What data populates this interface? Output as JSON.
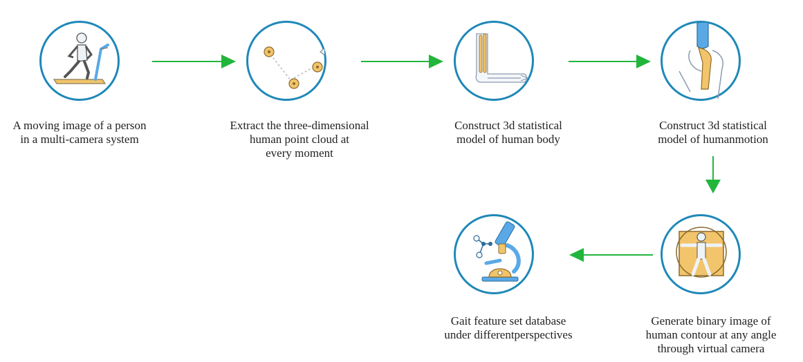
{
  "steps": [
    {
      "label": "A moving image of a person\nin a multi-camera system",
      "icon": "treadmill-runner-icon"
    },
    {
      "label": "Extract the three-dimensional\nhuman point cloud at\nevery moment",
      "icon": "point-cloud-icon"
    },
    {
      "label": "Construct 3d statistical\nmodel of human body",
      "icon": "arm-bones-icon"
    },
    {
      "label": "Construct 3d statistical\nmodel of humanmotion",
      "icon": "knee-joint-icon"
    },
    {
      "label": "Generate binary image of\nhuman contour at any angle\nthrough virtual camera",
      "icon": "vitruvian-man-icon"
    },
    {
      "label": "Gait feature set database\nunder differentperspectives",
      "icon": "microscope-icon"
    }
  ],
  "colors": {
    "circle_border": "#1e88b8",
    "arrow": "#22b53c",
    "accent": "#f2c46b",
    "icon_blue": "#5aa9e6"
  }
}
